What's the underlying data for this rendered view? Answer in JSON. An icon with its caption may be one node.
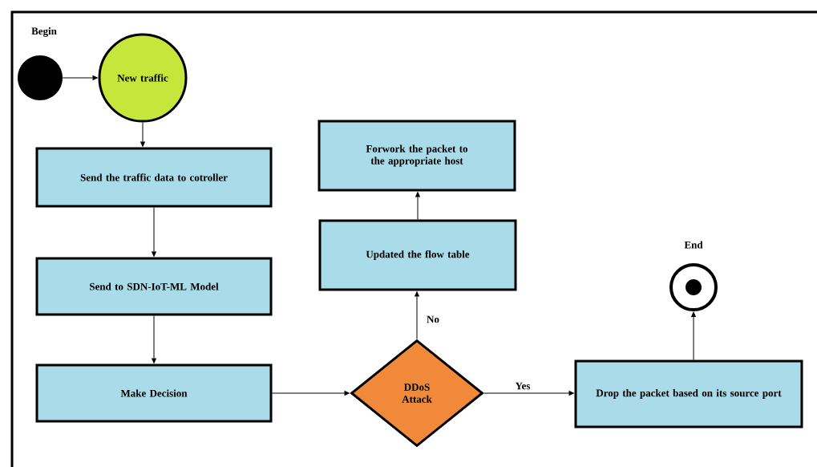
{
  "diagram": {
    "nodes": [
      {
        "text": [],
        "shape": "circle",
        "beside": [
          "Begin"
        ]
      },
      {
        "text": [
          "New traffic"
        ]
      },
      {
        "text": [
          "Send the traffic data to cotroller"
        ]
      },
      {
        "text": [
          "Send to SDN-IoT-ML Model"
        ]
      },
      {
        "text": [
          "Make Decision"
        ]
      },
      {
        "text": [
          "DDoS Attack"
        ]
      },
      {
        "text": [
          "Updated the flow table"
        ]
      },
      {
        "text": [
          "Forwork the packet to the appropriate host"
        ]
      },
      {
        "text": [
          "Drop the packet based on its source port"
        ]
      },
      {
        "text": [],
        "shape": "circle",
        "beside": [
          "End"
        ]
      }
    ],
    "edges": [
      {
        "from": 0,
        "to": 1,
        "arrow": "to"
      },
      {
        "from": 1,
        "to": 2,
        "arrow": "to"
      },
      {
        "from": 2,
        "to": 3,
        "arrow": "to"
      },
      {
        "from": 3,
        "to": 4,
        "arrow": "to"
      },
      {
        "from": 4,
        "to": 5,
        "arrow": "to"
      },
      {
        "from": 5,
        "to": 6,
        "arrow": "to",
        "label": "No"
      },
      {
        "from": 6,
        "to": 7,
        "arrow": "to"
      },
      {
        "from": 5,
        "to": 8,
        "arrow": "to",
        "label": "Yes"
      },
      {
        "from": 8,
        "to": 9,
        "arrow": "to"
      }
    ]
  }
}
